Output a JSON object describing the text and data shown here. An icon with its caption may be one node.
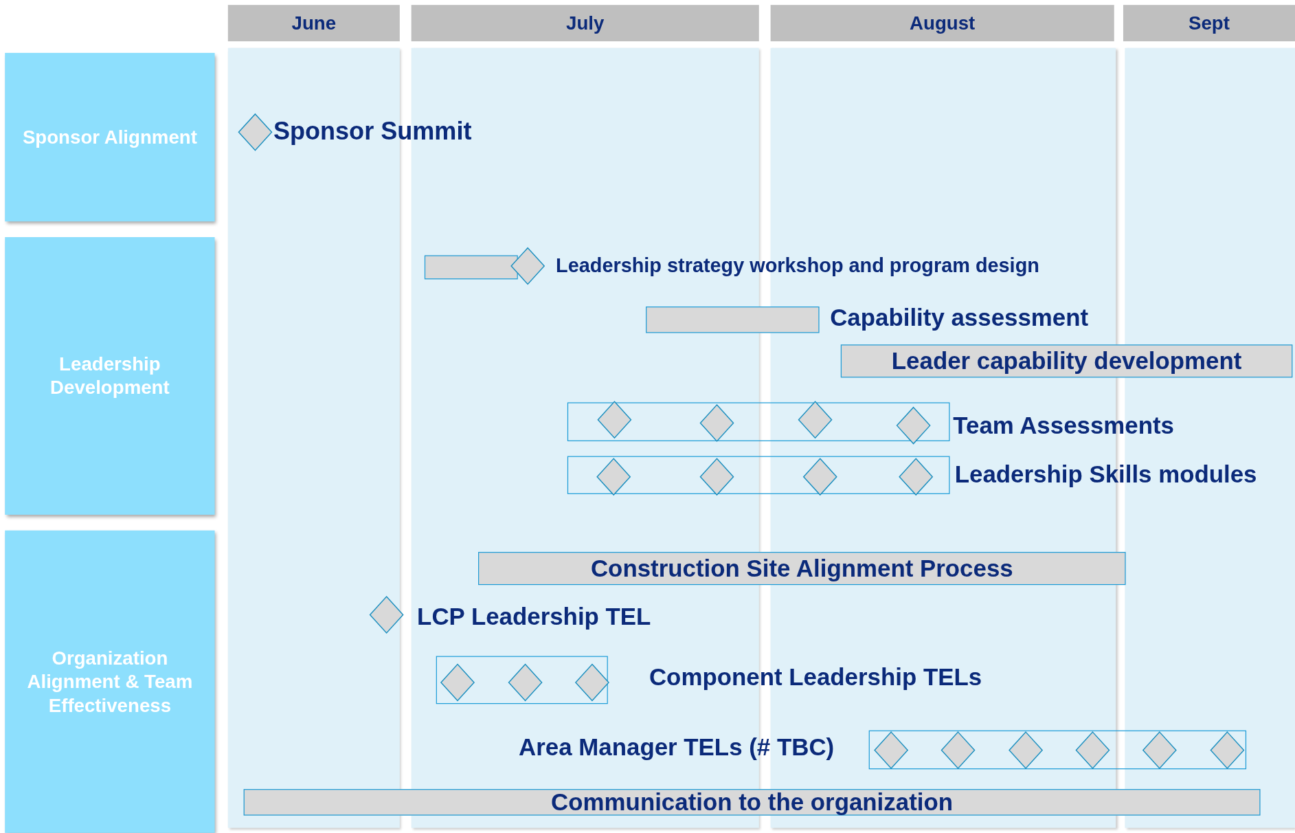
{
  "diagram": {
    "nodes": [
      {
        "text": [
          "June"
        ]
      },
      {
        "text": [
          "July"
        ]
      },
      {
        "text": [
          "August"
        ]
      },
      {
        "text": [
          "Sept"
        ]
      },
      {
        "text": [
          "Sponsor Alignment"
        ]
      },
      {
        "text": [
          "Leadership Development"
        ]
      },
      {
        "text": [
          "Organization Alignment & Team Effectiveness"
        ]
      },
      {
        "text": [],
        "shape": "diamond",
        "beside": [
          "Sponsor Summit"
        ]
      },
      {
        "text": [],
        "shape": "bar"
      },
      {
        "text": [],
        "shape": "diamond",
        "beside": [
          "Leadership strategy workshop and program design"
        ]
      },
      {
        "text": [],
        "shape": "bar",
        "beside": [
          "Capability assessment"
        ]
      },
      {
        "text": [
          "Leader capability development"
        ]
      },
      {
        "text": [],
        "shape": "box",
        "beside": [
          "Team Assessments"
        ]
      },
      {
        "text": [],
        "shape": "diamond",
        "in": 12
      },
      {
        "text": [],
        "shape": "diamond",
        "in": 12
      },
      {
        "text": [],
        "shape": "diamond",
        "in": 12
      },
      {
        "text": [],
        "shape": "diamond",
        "in": 12
      },
      {
        "text": [],
        "shape": "box",
        "beside": [
          "Leadership Skills modules"
        ]
      },
      {
        "text": [],
        "shape": "diamond",
        "in": 17
      },
      {
        "text": [],
        "shape": "diamond",
        "in": 17
      },
      {
        "text": [],
        "shape": "diamond",
        "in": 17
      },
      {
        "text": [],
        "shape": "diamond",
        "in": 17
      },
      {
        "text": [
          "Construction Site Alignment Process"
        ]
      },
      {
        "text": [],
        "shape": "diamond",
        "beside": [
          "LCP Leadership TEL"
        ]
      },
      {
        "text": [],
        "shape": "box",
        "beside": [
          "Component Leadership TELs"
        ]
      },
      {
        "text": [],
        "shape": "diamond",
        "in": 24
      },
      {
        "text": [],
        "shape": "diamond",
        "in": 24
      },
      {
        "text": [],
        "shape": "diamond",
        "in": 24
      },
      {
        "text": [],
        "shape": "box",
        "beside": [
          "Area Manager TELs (# TBC)"
        ]
      },
      {
        "text": [],
        "shape": "diamond",
        "in": 28
      },
      {
        "text": [],
        "shape": "diamond",
        "in": 28
      },
      {
        "text": [],
        "shape": "diamond",
        "in": 28
      },
      {
        "text": [],
        "shape": "diamond",
        "in": 28
      },
      {
        "text": [],
        "shape": "diamond",
        "in": 28
      },
      {
        "text": [],
        "shape": "diamond",
        "in": 28
      },
      {
        "text": [
          "Communication to the organization"
        ]
      }
    ],
    "edges": []
  }
}
